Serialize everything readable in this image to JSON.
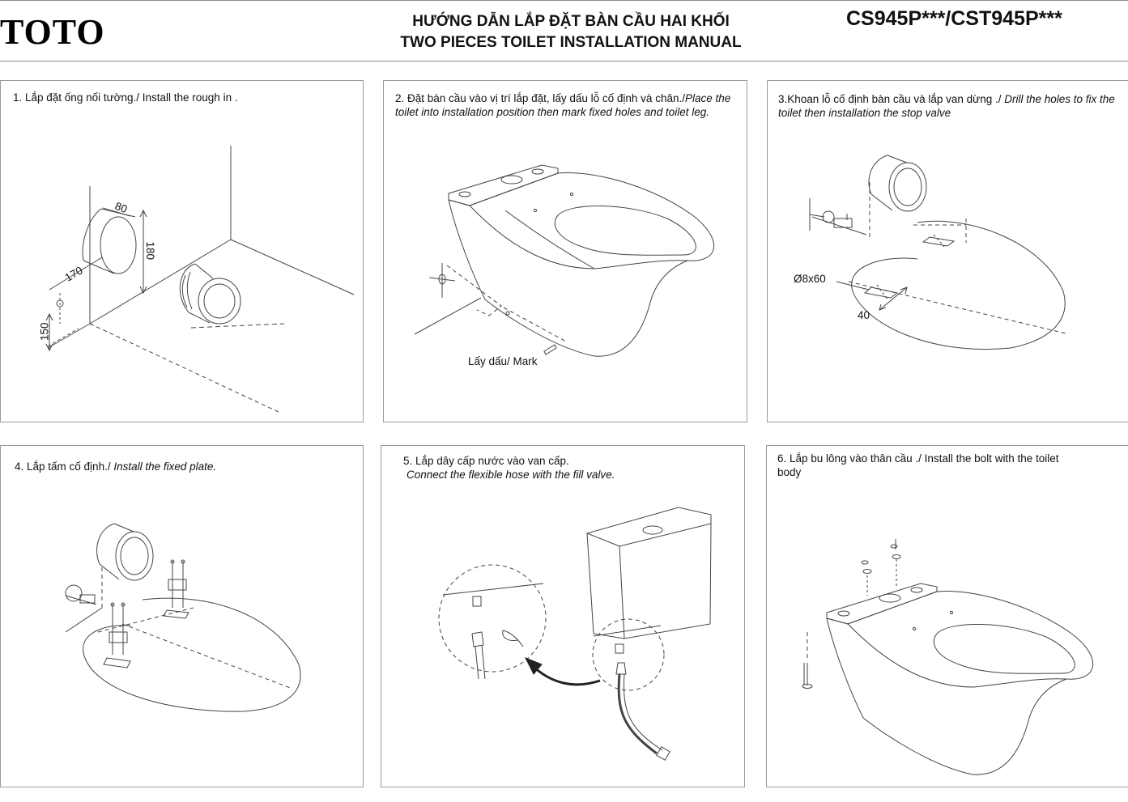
{
  "header": {
    "logo": "TOTO",
    "title_vi": "HƯỚNG DẪN LẮP ĐẶT BÀN CẦU HAI KHỐI",
    "title_en": "TWO PIECES TOILET INSTALLATION MANUAL",
    "model": "CS945P***/CST945P***"
  },
  "steps": [
    {
      "caption_vi": "1. Lắp đặt ống nối tường./ Install the rough in .",
      "caption_en": "",
      "dims": [
        "80",
        "180",
        "170",
        "150"
      ]
    },
    {
      "caption_vi": "2. Đặt bàn cầu vào vị trí lắp đặt, lấy dấu lỗ cố định và chân./",
      "caption_en": "Place the toilet into installation position then mark fixed holes and toilet leg.",
      "mark_vi": "Lấy dấu/ ",
      "mark_en": "Mark"
    },
    {
      "caption_vi": "3.Khoan lỗ cố định bàn cầu và lắp van dừng ./ ",
      "caption_en": "Drill the holes to fix the toilet then installation the stop valve",
      "hole_label": "Ø8x60",
      "dim_label": "40"
    },
    {
      "caption_vi": "4. Lắp tấm cố định./ ",
      "caption_en": "Install the fixed plate."
    },
    {
      "caption_vi": "5. Lắp dây cấp nước vào van cấp.",
      "caption_en": "Connect the flexible hose with the fill valve."
    },
    {
      "caption_vi": "6. Lắp bu lông vào thân cầu ./ Install the bolt with the toilet body",
      "caption_en": ""
    }
  ]
}
